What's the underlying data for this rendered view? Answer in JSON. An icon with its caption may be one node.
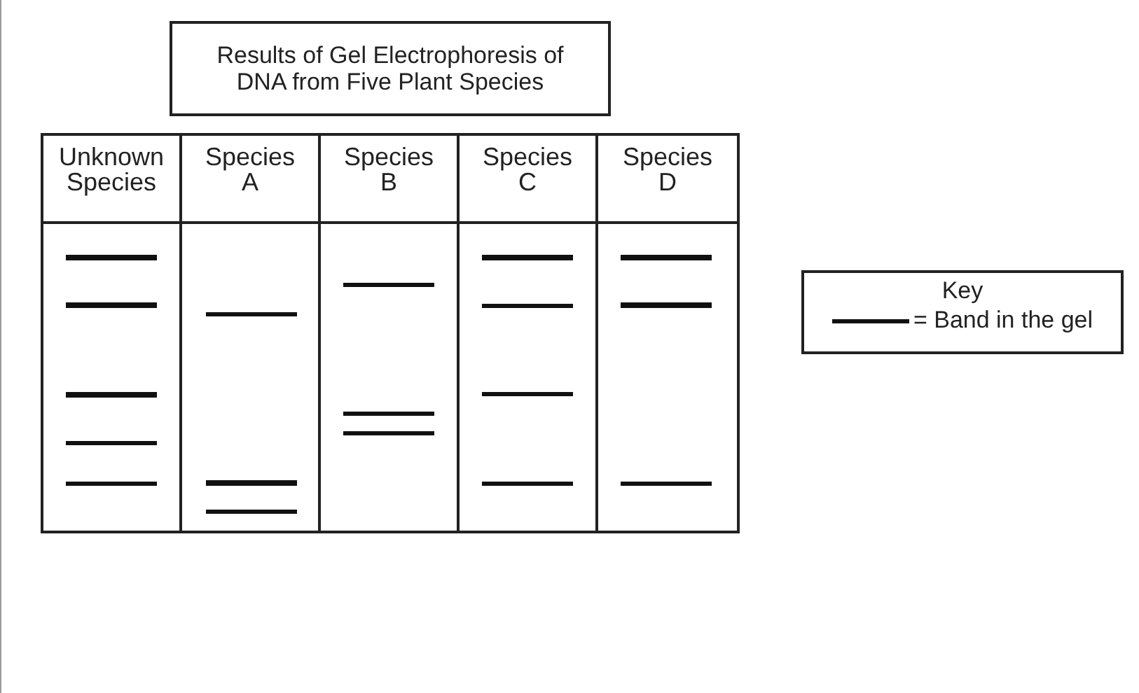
{
  "diagram": {
    "nodes": [
      {
        "text": [
          "Results of Gel Electrophoresis of DNA from Five Plant Species"
        ]
      }
    ],
    "labels": [
      "Unknown Species",
      "Species A",
      "Species B",
      "Species C",
      "Species D",
      "Key"
    ],
    "legend": [
      {
        "text": "= Band in the gel"
      }
    ]
  }
}
